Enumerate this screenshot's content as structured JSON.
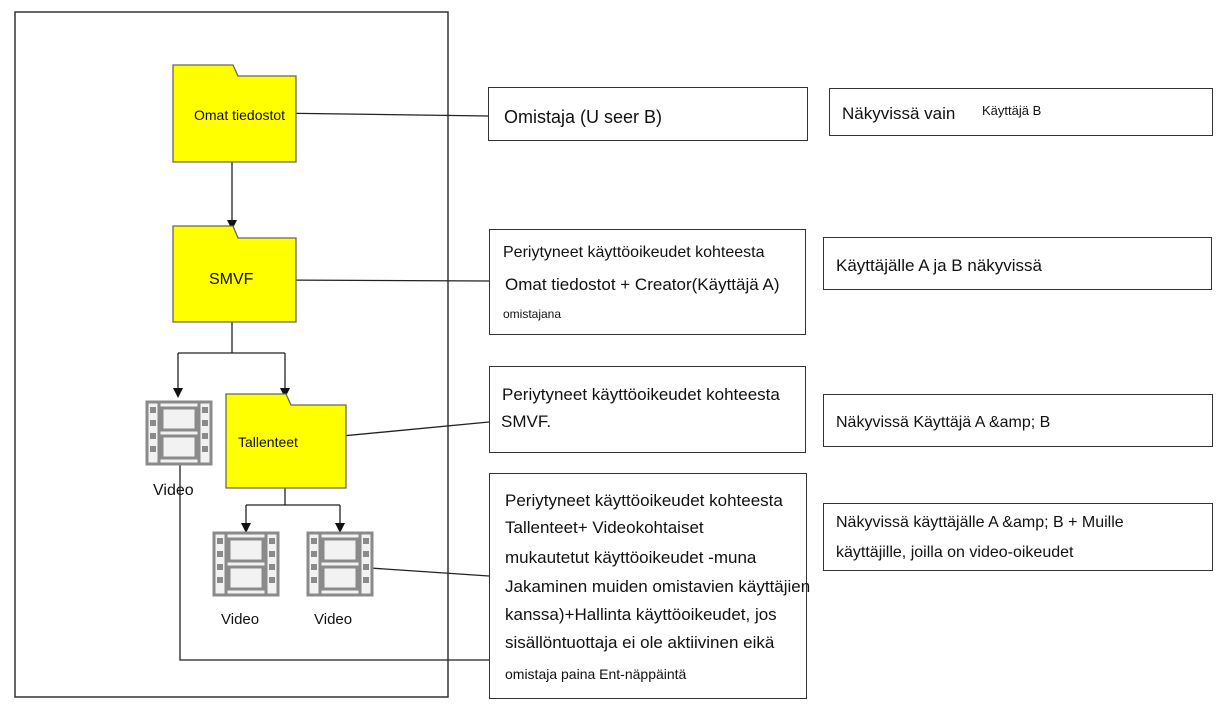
{
  "folders": {
    "omat": "Omat tiedostot",
    "smvf": "SMVF",
    "tallenteet": "Tallenteet"
  },
  "videos": {
    "v1": "Video",
    "v2": "Video",
    "v3": "Video"
  },
  "permissions": {
    "omat": [
      "Omistaja (U seer B)"
    ],
    "smvf": [
      "Periytyneet käyttöoikeudet kohteesta",
      "Omat tiedostot + Creator(Käyttäjä A)",
      "omistajana"
    ],
    "tallenteet": [
      "Periytyneet käyttöoikeudet kohteesta",
      "SMVF."
    ],
    "video": [
      "Periytyneet käyttöoikeudet kohteesta",
      "Tallenteet+ Videokohtaiset",
      "mukautetut käyttöoikeudet -muna",
      "Jakaminen muiden omistavien käyttäjien",
      "kanssa)+Hallinta käyttöoikeudet, jos",
      "sisällöntuottaja ei ole aktiivinen eikä",
      "omistaja paina Ent-näppäintä"
    ]
  },
  "visibility": {
    "omat": [
      "Näkyvissä vain",
      "Käyttäjä B"
    ],
    "smvf": [
      "Käyttäjälle A ja B näkyvissä"
    ],
    "tallenteet": [
      "Näkyvissä Käyttäjä A &amp; B"
    ],
    "video": [
      "Näkyvissä käyttäjälle A &amp; B + Muille",
      "käyttäjille, joilla on video-oikeudet"
    ]
  },
  "colors": {
    "folder_fill": "#ffff00",
    "line": "#222222"
  }
}
